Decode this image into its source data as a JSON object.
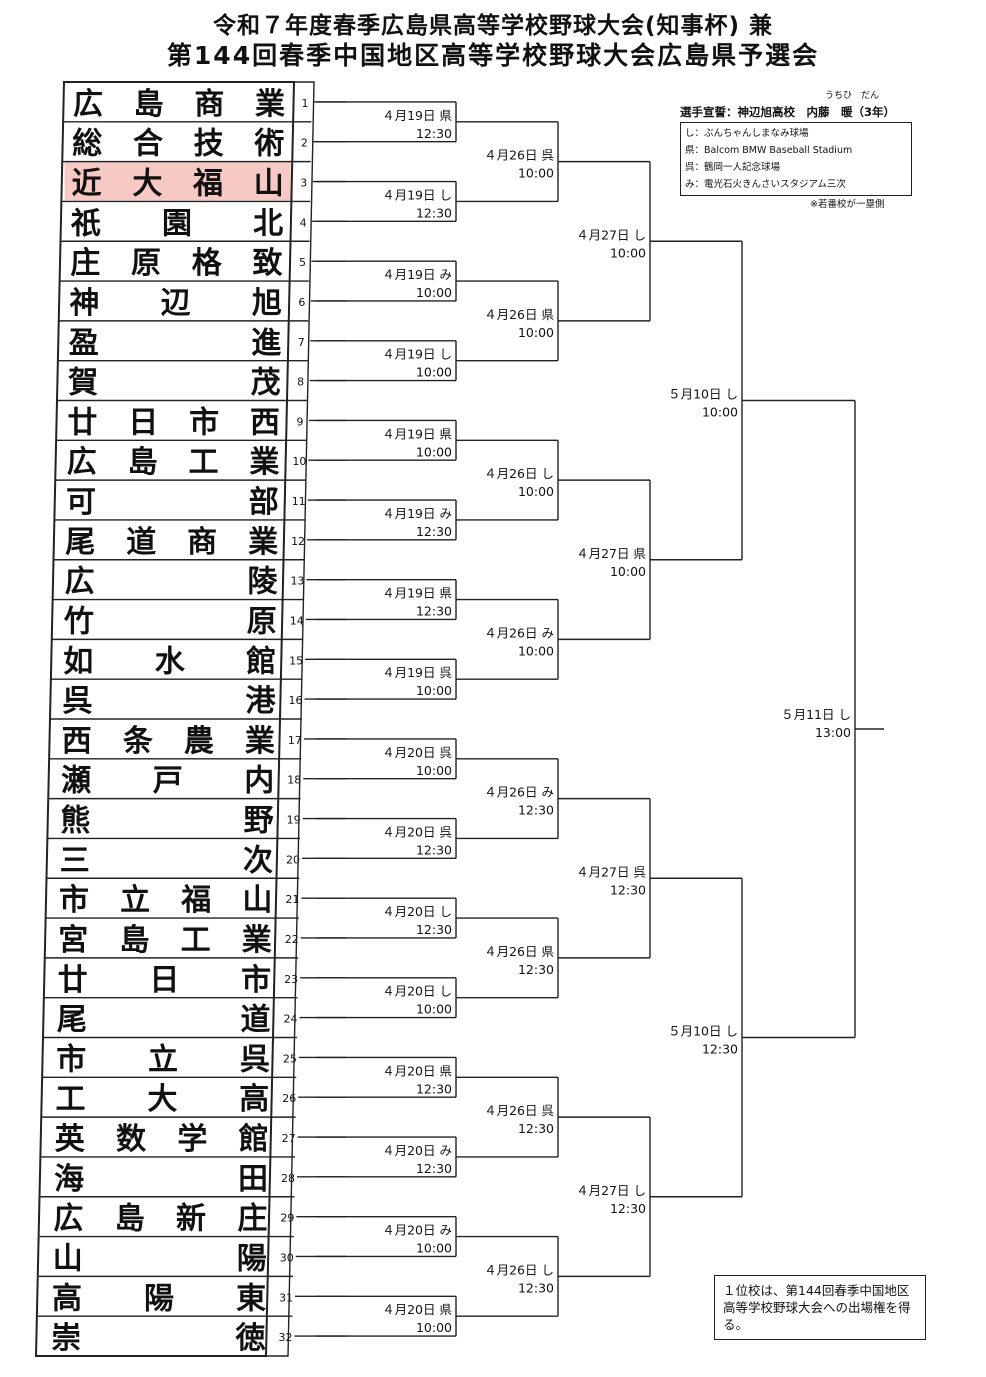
{
  "title": {
    "line1": "令和７年度春季広島県高等学校野球大会(知事杯) 兼",
    "line2": "第144回春季中国地区高等学校野球大会広島県予選会"
  },
  "info": {
    "oath": "選手宣誓：神辺旭高校　内藤　暖（3年）",
    "ruby": "うちひ　だん",
    "venues": [
      "し：ぶんちゃんしまなみ球場",
      "県：Balcom BMW Baseball Stadium",
      "呉：鶴岡一人記念球場",
      "み：電光石火きんさいスタジアム三次"
    ],
    "note": "※若番校が一塁側"
  },
  "result_note": "１位校は、第144回春季中国地区高等学校野球大会への出場権を得る。",
  "highlight_color": "#f6c9c4",
  "teams": [
    {
      "no": "1",
      "name": "広島商業"
    },
    {
      "no": "2",
      "name": "総合技術"
    },
    {
      "no": "3",
      "name": "近大福山",
      "highlight": true
    },
    {
      "no": "4",
      "name": "祇園北"
    },
    {
      "no": "5",
      "name": "庄原格致"
    },
    {
      "no": "6",
      "name": "神辺旭"
    },
    {
      "no": "7",
      "name": "盈進"
    },
    {
      "no": "8",
      "name": "賀茂"
    },
    {
      "no": "9",
      "name": "廿日市西"
    },
    {
      "no": "10",
      "name": "広島工業"
    },
    {
      "no": "11",
      "name": "可部"
    },
    {
      "no": "12",
      "name": "尾道商業"
    },
    {
      "no": "13",
      "name": "広陵"
    },
    {
      "no": "14",
      "name": "竹原"
    },
    {
      "no": "15",
      "name": "如水館"
    },
    {
      "no": "16",
      "name": "呉港"
    },
    {
      "no": "17",
      "name": "西条農業"
    },
    {
      "no": "18",
      "name": "瀬戸内"
    },
    {
      "no": "19",
      "name": "熊野"
    },
    {
      "no": "20",
      "name": "三次"
    },
    {
      "no": "21",
      "name": "市立福山"
    },
    {
      "no": "22",
      "name": "宮島工業"
    },
    {
      "no": "23",
      "name": "廿日市"
    },
    {
      "no": "24",
      "name": "尾道"
    },
    {
      "no": "25",
      "name": "市立呉"
    },
    {
      "no": "26",
      "name": "工大高"
    },
    {
      "no": "27",
      "name": "英数学館"
    },
    {
      "no": "28",
      "name": "海田"
    },
    {
      "no": "29",
      "name": "広島新庄"
    },
    {
      "no": "30",
      "name": "山陽"
    },
    {
      "no": "31",
      "name": "高陽東"
    },
    {
      "no": "32",
      "name": "崇徳"
    }
  ],
  "round1": [
    {
      "date": "４月19日",
      "venue": "県",
      "time": "12:30"
    },
    {
      "date": "４月19日",
      "venue": "し",
      "time": "12:30"
    },
    {
      "date": "４月19日",
      "venue": "み",
      "time": "10:00"
    },
    {
      "date": "４月19日",
      "venue": "し",
      "time": "10:00"
    },
    {
      "date": "４月19日",
      "venue": "県",
      "time": "10:00"
    },
    {
      "date": "４月19日",
      "venue": "み",
      "time": "12:30"
    },
    {
      "date": "４月19日",
      "venue": "県",
      "time": "12:30"
    },
    {
      "date": "４月19日",
      "venue": "呉",
      "time": "10:00"
    },
    {
      "date": "４月20日",
      "venue": "呉",
      "time": "10:00"
    },
    {
      "date": "４月20日",
      "venue": "呉",
      "time": "12:30"
    },
    {
      "date": "４月20日",
      "venue": "し",
      "time": "12:30"
    },
    {
      "date": "４月20日",
      "venue": "し",
      "time": "10:00"
    },
    {
      "date": "４月20日",
      "venue": "県",
      "time": "12:30"
    },
    {
      "date": "４月20日",
      "venue": "み",
      "time": "12:30"
    },
    {
      "date": "４月20日",
      "venue": "み",
      "time": "10:00"
    },
    {
      "date": "４月20日",
      "venue": "県",
      "time": "10:00"
    }
  ],
  "round2": [
    {
      "date": "４月26日",
      "venue": "呉",
      "time": "10:00"
    },
    {
      "date": "４月26日",
      "venue": "県",
      "time": "10:00"
    },
    {
      "date": "４月26日",
      "venue": "し",
      "time": "10:00"
    },
    {
      "date": "４月26日",
      "venue": "み",
      "time": "10:00"
    },
    {
      "date": "４月26日",
      "venue": "み",
      "time": "12:30"
    },
    {
      "date": "４月26日",
      "venue": "県",
      "time": "12:30"
    },
    {
      "date": "４月26日",
      "venue": "呉",
      "time": "12:30"
    },
    {
      "date": "４月26日",
      "venue": "し",
      "time": "12:30"
    }
  ],
  "round3": [
    {
      "date": "４月27日",
      "venue": "し",
      "time": "10:00"
    },
    {
      "date": "４月27日",
      "venue": "県",
      "time": "10:00"
    },
    {
      "date": "４月27日",
      "venue": "呉",
      "time": "12:30"
    },
    {
      "date": "４月27日",
      "venue": "し",
      "time": "12:30"
    }
  ],
  "semis": [
    {
      "date": "５月10日",
      "venue": "し",
      "time": "10:00"
    },
    {
      "date": "５月10日",
      "venue": "し",
      "time": "12:30"
    }
  ],
  "final": {
    "date": "５月11日",
    "venue": "し",
    "time": "13:00"
  }
}
